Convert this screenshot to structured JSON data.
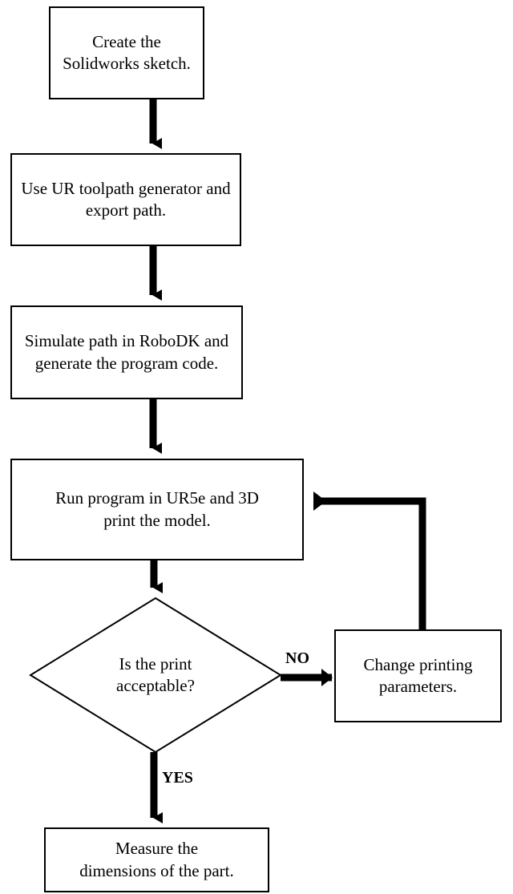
{
  "diagram": {
    "title": "3D printing process flowchart",
    "type": "flowchart",
    "background_color": "#ffffff",
    "line_color": "#000000",
    "text_color": "#000000"
  },
  "nodes": {
    "create_sketch": {
      "shape": "process",
      "text": "Create the\nSolidworks sketch."
    },
    "toolpath": {
      "shape": "process",
      "text": "Use UR toolpath generator and\nexport path."
    },
    "simulate": {
      "shape": "process",
      "text": "Simulate path in RoboDK and\ngenerate the program code."
    },
    "run_program": {
      "shape": "process",
      "text": "Run program in UR5e and 3D\nprint the model."
    },
    "decision_print": {
      "shape": "decision",
      "text": "Is the print\nacceptable?"
    },
    "change_params": {
      "shape": "process",
      "text": "Change printing\nparameters."
    },
    "measure": {
      "shape": "process",
      "text": "Measure the\ndimensions of the part."
    }
  },
  "edges": {
    "no_label": "NO",
    "yes_label": "YES"
  }
}
